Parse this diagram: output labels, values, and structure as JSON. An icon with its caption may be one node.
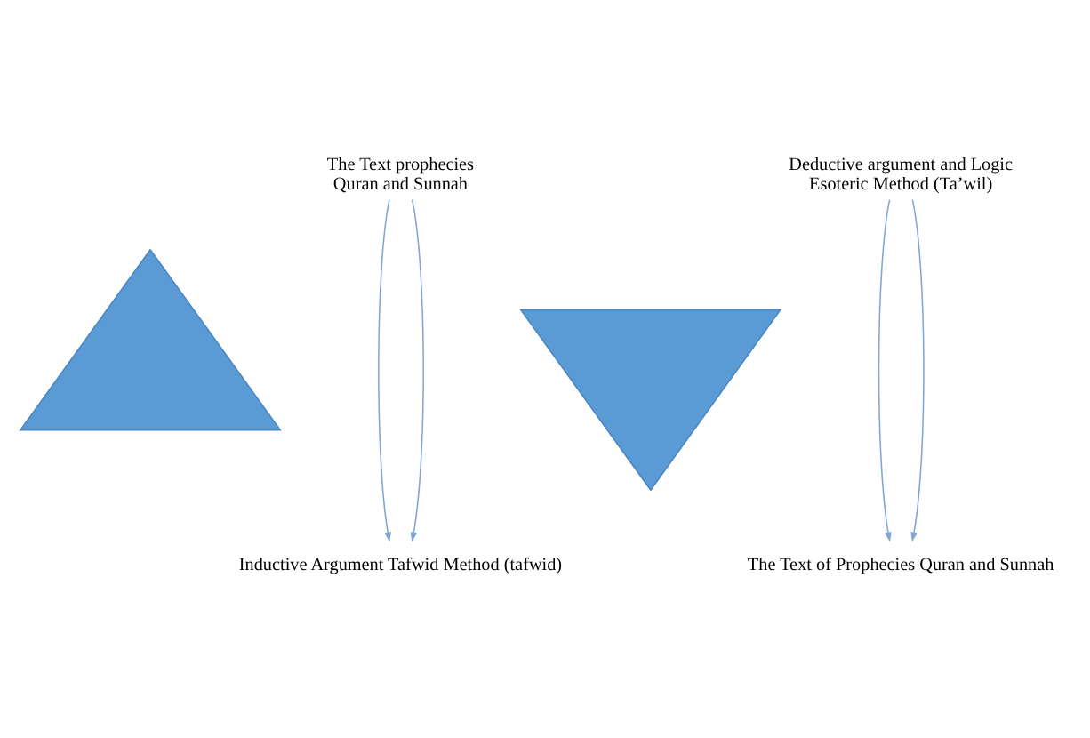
{
  "diagram": {
    "nodes": [
      {
        "text": [
          "The Text prophecies Quran and Sunnah"
        ]
      },
      {
        "text": [
          "Deductive argument and Logic Esoteric Method (Ta’wil)"
        ]
      },
      {
        "text": [],
        "shape": "triangle"
      },
      {
        "text": [],
        "shape": "triangle"
      },
      {
        "text": [
          "Inductive Argument Tafwid Method (tafwid)"
        ]
      },
      {
        "text": [
          "The Text of Prophecies Quran and Sunnah"
        ]
      }
    ],
    "edges": [
      {
        "from": 0,
        "to": 4,
        "arrow": "to"
      },
      {
        "from": 0,
        "to": 4,
        "arrow": "to"
      },
      {
        "from": 1,
        "to": 5,
        "arrow": "to"
      },
      {
        "from": 1,
        "to": 5,
        "arrow": "to"
      }
    ]
  }
}
